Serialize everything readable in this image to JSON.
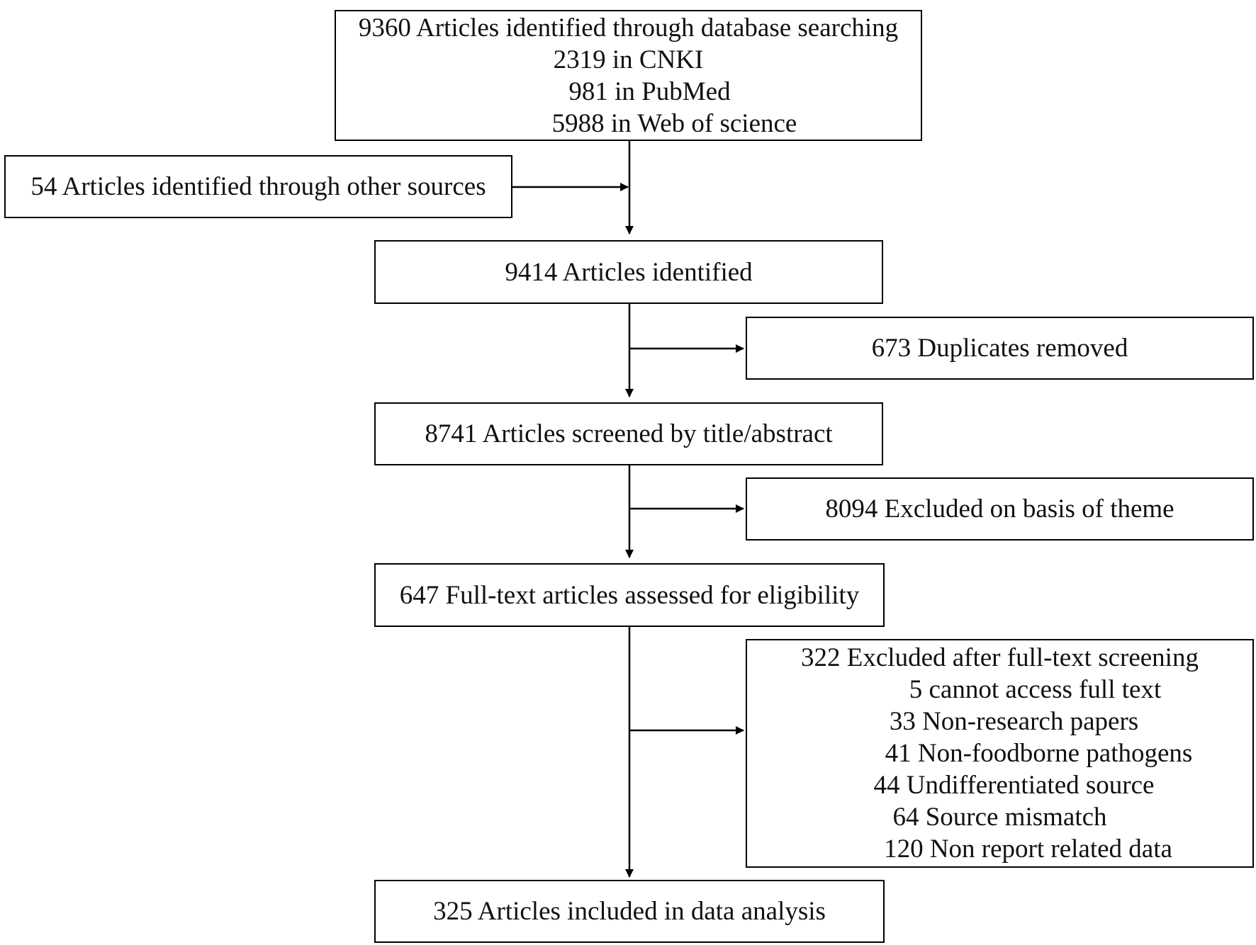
{
  "flow": {
    "database_search": {
      "title": "9360 Articles identified through database searching",
      "lines": [
        "2319 in CNKI",
        "981 in PubMed",
        "5988 in Web of science"
      ]
    },
    "other_sources": "54 Articles identified through other sources",
    "identified": "9414 Articles identified",
    "duplicates": "673 Duplicates removed",
    "screened": "8741 Articles screened by title/abstract",
    "excluded_theme": "8094 Excluded on basis of theme",
    "fulltext_assessed": "647  Full-text articles assessed for eligibility",
    "excluded_fulltext": {
      "title": "322 Excluded after full-text screening",
      "reasons": [
        "5 cannot access full text",
        "33 Non-research papers",
        "41 Non-foodborne pathogens",
        "44 Undifferentiated source",
        "64 Source mismatch",
        "120 Non report related data"
      ]
    },
    "included": "325  Articles included in data analysis"
  }
}
